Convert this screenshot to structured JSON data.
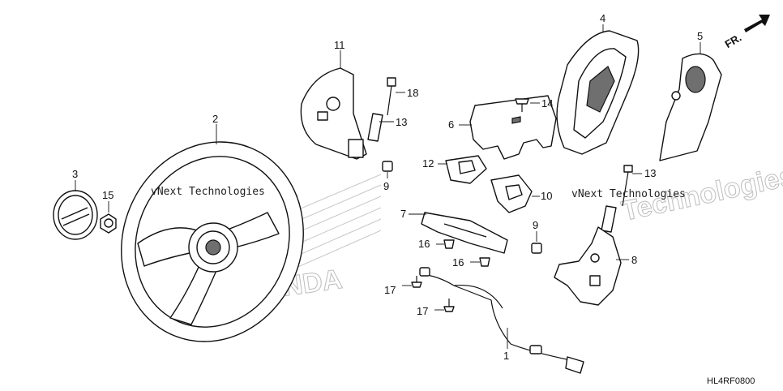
{
  "diagram": {
    "code": "HL4RF0800",
    "direction_label": "FR.",
    "watermark": {
      "line1": "vNext Technologies",
      "line2": "Technologies",
      "brand": "HONDA"
    },
    "callouts": [
      "1",
      "2",
      "3",
      "4",
      "5",
      "6",
      "7",
      "8",
      "9",
      "9",
      "10",
      "11",
      "12",
      "13",
      "13",
      "14",
      "15",
      "16",
      "16",
      "17",
      "17",
      "18"
    ]
  }
}
